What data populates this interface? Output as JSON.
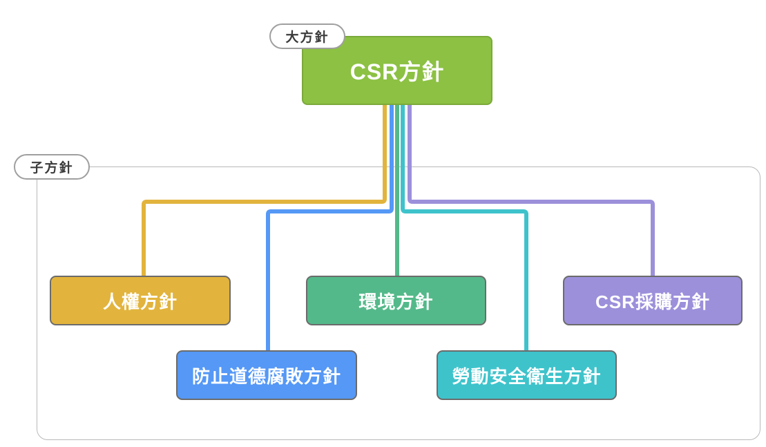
{
  "diagram": {
    "title_hint": "CSR policy hierarchy diagram",
    "major_policy_label": "大方針",
    "sub_policy_label": "子方針",
    "root": {
      "key": "csr-policy",
      "label": "CSR方針",
      "color": "#8cc143"
    },
    "children": [
      {
        "key": "human-rights",
        "label": "人權方針",
        "color": "#e2b43d"
      },
      {
        "key": "anti-corruption",
        "label": "防止道德腐敗方針",
        "color": "#5598f6"
      },
      {
        "key": "environment",
        "label": "環境方針",
        "color": "#54b98a"
      },
      {
        "key": "labor-safety-health",
        "label": "勞動安全衛生方針",
        "color": "#3ec3cb"
      },
      {
        "key": "csr-procurement",
        "label": "CSR採購方針",
        "color": "#9c90db"
      }
    ],
    "colors": {
      "frame_border": "#b8b8b8",
      "box_border": "#6b6b6b",
      "pill_border": "#9f9f9f",
      "text_on_box": "#ffffff",
      "pill_text": "#3b3b3b"
    }
  }
}
